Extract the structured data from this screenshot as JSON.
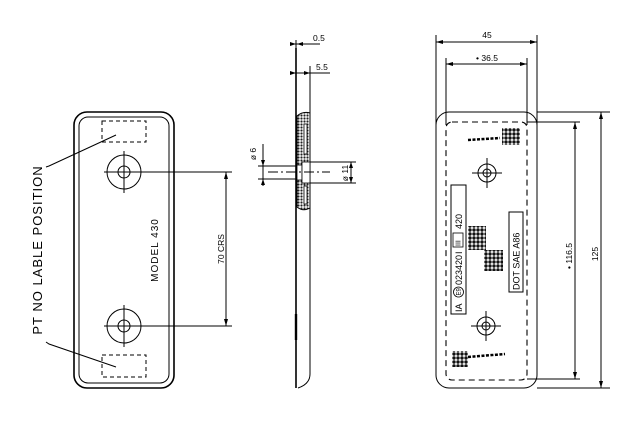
{
  "drawing": {
    "front_view": {
      "callout": "PT NO LABLE POSITION",
      "model_label": "MODEL 430",
      "hole_spacing": "70 CRS"
    },
    "side_view": {
      "dim_top": "0.5",
      "dim_thickness": "5.5",
      "dim_hole_small": "ø 6",
      "dim_hole_large": "ø 11"
    },
    "rear_view": {
      "dim_width": "45",
      "dim_inner_width": "• 36.5",
      "dim_inner_height": "• 116.5",
      "dim_height": "125",
      "marking_left_1": "IA",
      "marking_e_mark": "E9",
      "marking_code": "023420",
      "marking_class": "I",
      "marking_roman": "III",
      "marking_number": "420",
      "marking_right": "DOT SAE A86"
    },
    "colors": {
      "ink": "#000000",
      "paper": "#ffffff"
    }
  }
}
